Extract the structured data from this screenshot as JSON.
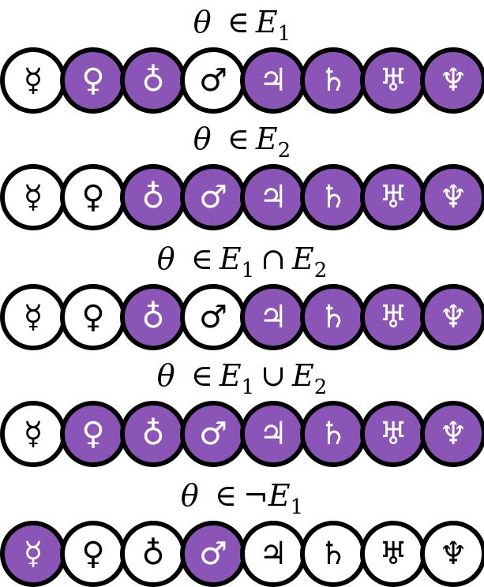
{
  "symbol_order": [
    "mercury",
    "venus",
    "earth",
    "mars",
    "jupiter",
    "saturn",
    "uranus",
    "neptune"
  ],
  "glyphs": [
    "☿",
    "♀",
    "♁",
    "♂",
    "♃",
    "♄",
    "♅",
    "♆"
  ],
  "colors": {
    "filled": "#8b55b8",
    "empty": "#ffffff",
    "outline": "#000000"
  },
  "panels": [
    {
      "label": {
        "theta": "θ",
        "rel": "∈",
        "neg": "",
        "set_a": "E",
        "sub_a": "1",
        "op": "",
        "set_b": "",
        "sub_b": ""
      },
      "filled": [
        false,
        true,
        true,
        false,
        true,
        true,
        true,
        true
      ]
    },
    {
      "label": {
        "theta": "θ",
        "rel": "∈",
        "neg": "",
        "set_a": "E",
        "sub_a": "2",
        "op": "",
        "set_b": "",
        "sub_b": ""
      },
      "filled": [
        false,
        false,
        true,
        true,
        true,
        true,
        true,
        true
      ]
    },
    {
      "label": {
        "theta": "θ",
        "rel": "∈",
        "neg": "",
        "set_a": "E",
        "sub_a": "1",
        "op": "∩",
        "set_b": "E",
        "sub_b": "2"
      },
      "filled": [
        false,
        false,
        true,
        false,
        true,
        true,
        true,
        true
      ]
    },
    {
      "label": {
        "theta": "θ",
        "rel": "∈",
        "neg": "",
        "set_a": "E",
        "sub_a": "1",
        "op": "∪",
        "set_b": "E",
        "sub_b": "2"
      },
      "filled": [
        false,
        true,
        true,
        true,
        true,
        true,
        true,
        true
      ]
    },
    {
      "label": {
        "theta": "θ",
        "rel": "∈",
        "neg": "¬",
        "set_a": "E",
        "sub_a": "1",
        "op": "",
        "set_b": "",
        "sub_b": ""
      },
      "filled": [
        true,
        false,
        false,
        true,
        false,
        false,
        false,
        false
      ]
    }
  ]
}
